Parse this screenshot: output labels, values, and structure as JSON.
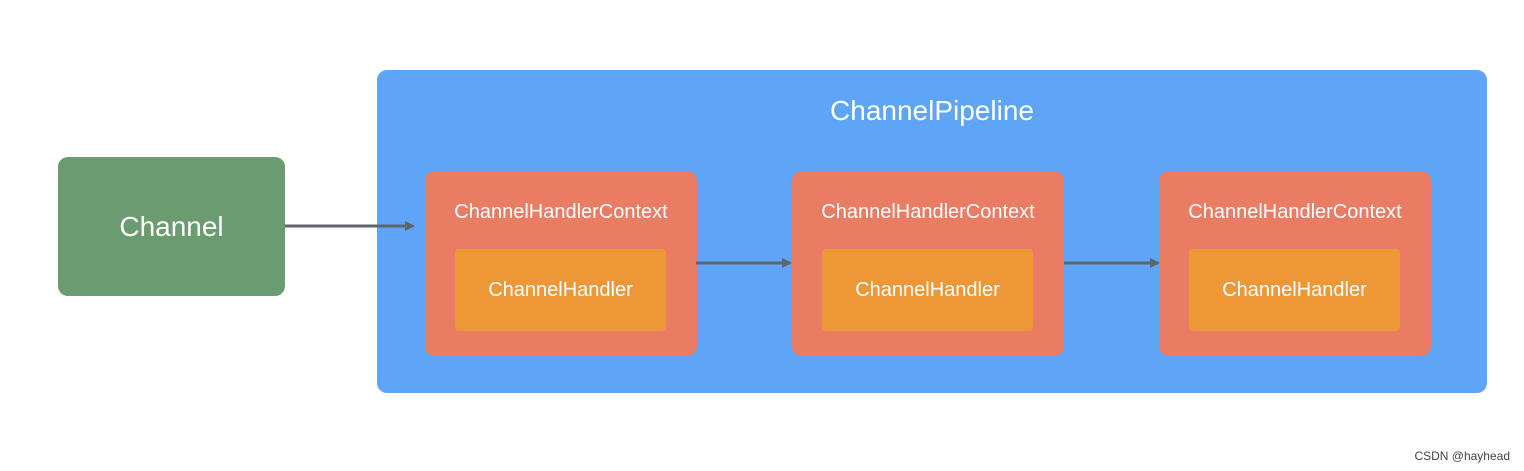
{
  "channel": {
    "label": "Channel"
  },
  "pipeline": {
    "title": "ChannelPipeline",
    "contexts": [
      {
        "label": "ChannelHandlerContext",
        "handler": "ChannelHandler"
      },
      {
        "label": "ChannelHandlerContext",
        "handler": "ChannelHandler"
      },
      {
        "label": "ChannelHandlerContext",
        "handler": "ChannelHandler"
      }
    ]
  },
  "watermark": "CSDN @hayhead",
  "colors": {
    "channel": "#6b9c70",
    "pipeline": "#5ea4f7",
    "context": "#ea7c64",
    "handler": "#ee9737",
    "arrow": "#5f6670"
  }
}
